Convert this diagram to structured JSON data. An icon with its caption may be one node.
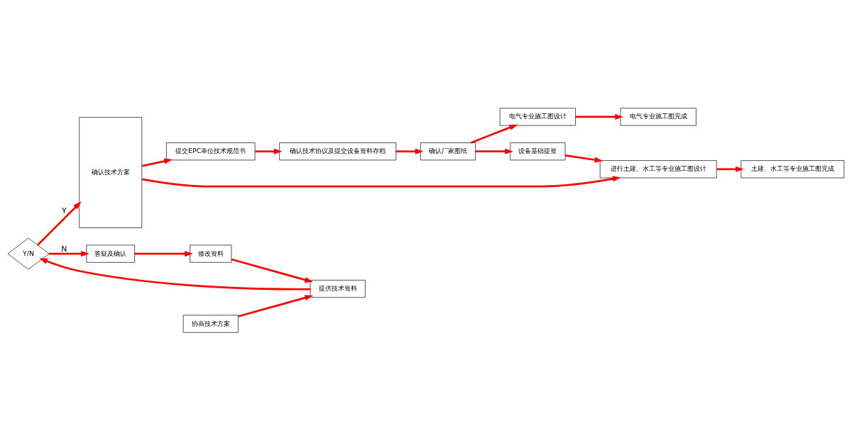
{
  "diagram": {
    "nodes": [
      {
        "text": [
          "确认技术方案"
        ]
      },
      {
        "text": [
          "Y/N"
        ]
      },
      {
        "text": [
          "提供技术资料"
        ]
      },
      {
        "text": [
          "协商技术方案"
        ]
      },
      {
        "text": [
          "答疑及确认"
        ]
      },
      {
        "text": [
          "修改资料"
        ]
      },
      {
        "text": [
          "提交EPC单位技术规范书"
        ]
      },
      {
        "text": [
          "确认技术协议及提交设备资料存档"
        ]
      },
      {
        "text": [
          "确认厂家图纸"
        ]
      },
      {
        "text": [
          "进行土建、水工等专业施工图设计"
        ]
      },
      {
        "text": [
          "设备基础提资"
        ]
      },
      {
        "text": [
          "电气专业施工图设计"
        ]
      },
      {
        "text": [
          "土建、水工等专业施工图完成"
        ]
      },
      {
        "text": [
          "电气专业施工图完成"
        ]
      }
    ],
    "edges": [
      {
        "from": 3,
        "to": 2,
        "arrow": "to"
      },
      {
        "from": 2,
        "to": 1,
        "arrow": "to"
      },
      {
        "from": 1,
        "to": 0,
        "arrow": "to",
        "label": "Y"
      },
      {
        "from": 1,
        "to": 4,
        "arrow": "to",
        "label": "N"
      },
      {
        "from": 4,
        "to": 5,
        "arrow": "to"
      },
      {
        "from": 5,
        "to": 2,
        "arrow": "to"
      },
      {
        "from": 0,
        "to": 6,
        "arrow": "to"
      },
      {
        "from": 0,
        "to": 9,
        "arrow": "to"
      },
      {
        "from": 6,
        "to": 7,
        "arrow": "to"
      },
      {
        "from": 7,
        "to": 8,
        "arrow": "to"
      },
      {
        "from": 8,
        "to": 11,
        "arrow": "to"
      },
      {
        "from": 8,
        "to": 10,
        "arrow": "to"
      },
      {
        "from": 10,
        "to": 9,
        "arrow": "to"
      },
      {
        "from": 9,
        "to": 12,
        "arrow": "to"
      },
      {
        "from": 11,
        "to": 13,
        "arrow": "to"
      }
    ]
  }
}
